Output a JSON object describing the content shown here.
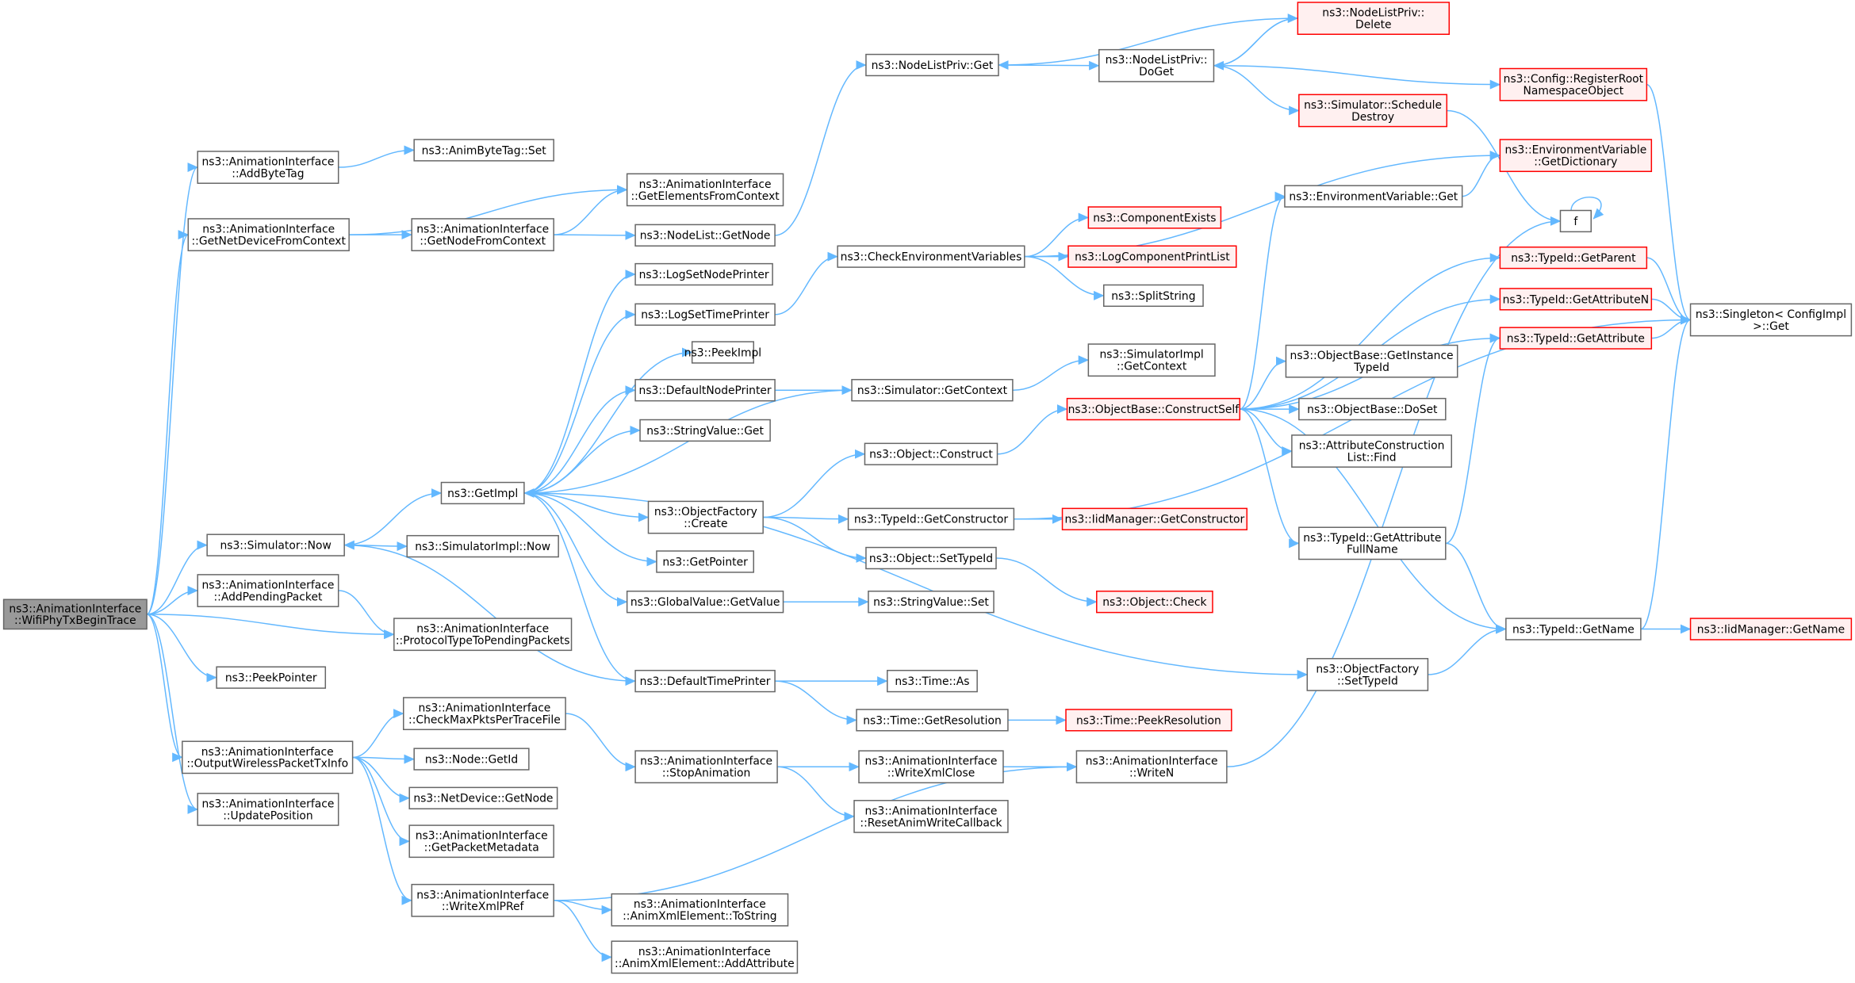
{
  "graph": {
    "nodes": [
      {
        "id": "root",
        "lines": [
          "ns3::AnimationInterface",
          "::WifiPhyTxBeginTrace"
        ],
        "style": "root"
      },
      {
        "id": "addByteTag",
        "lines": [
          "ns3::AnimationInterface",
          "::AddByteTag"
        ],
        "style": "normal"
      },
      {
        "id": "animByteTagSet",
        "lines": [
          "ns3::AnimByteTag::Set"
        ],
        "style": "normal"
      },
      {
        "id": "getNetDeviceFromContext",
        "lines": [
          "ns3::AnimationInterface",
          "::GetNetDeviceFromContext"
        ],
        "style": "normal"
      },
      {
        "id": "getElementsFromContext",
        "lines": [
          "ns3::AnimationInterface",
          "::GetElementsFromContext"
        ],
        "style": "normal"
      },
      {
        "id": "getNodeFromContext",
        "lines": [
          "ns3::AnimationInterface",
          "::GetNodeFromContext"
        ],
        "style": "normal"
      },
      {
        "id": "nodeListGetNode",
        "lines": [
          "ns3::NodeList::GetNode"
        ],
        "style": "normal"
      },
      {
        "id": "nodeListPrivGet",
        "lines": [
          "ns3::NodeListPriv::Get"
        ],
        "style": "normal"
      },
      {
        "id": "nodeListPrivDoGet",
        "lines": [
          "ns3::NodeListPriv::",
          "DoGet"
        ],
        "style": "normal"
      },
      {
        "id": "nodeListPrivDelete",
        "lines": [
          "ns3::NodeListPriv::",
          "Delete"
        ],
        "style": "red"
      },
      {
        "id": "configRegisterRoot",
        "lines": [
          "ns3::Config::RegisterRoot",
          "NamespaceObject"
        ],
        "style": "red"
      },
      {
        "id": "simulatorScheduleDestroy",
        "lines": [
          "ns3::Simulator::Schedule",
          "Destroy"
        ],
        "style": "red"
      },
      {
        "id": "envVarGetDictionary",
        "lines": [
          "ns3::EnvironmentVariable",
          "::GetDictionary"
        ],
        "style": "red"
      },
      {
        "id": "envVarGet",
        "lines": [
          "ns3::EnvironmentVariable::Get"
        ],
        "style": "normal"
      },
      {
        "id": "f",
        "lines": [
          "f"
        ],
        "style": "normal"
      },
      {
        "id": "checkEnvVars",
        "lines": [
          "ns3::CheckEnvironmentVariables"
        ],
        "style": "normal"
      },
      {
        "id": "componentExists",
        "lines": [
          "ns3::ComponentExists"
        ],
        "style": "red"
      },
      {
        "id": "logComponentPrintList",
        "lines": [
          "ns3::LogComponentPrintList"
        ],
        "style": "red"
      },
      {
        "id": "splitString",
        "lines": [
          "ns3::SplitString"
        ],
        "style": "normal"
      },
      {
        "id": "typeIdGetParent",
        "lines": [
          "ns3::TypeId::GetParent"
        ],
        "style": "red"
      },
      {
        "id": "typeIdGetAttributeN",
        "lines": [
          "ns3::TypeId::GetAttributeN"
        ],
        "style": "red"
      },
      {
        "id": "singletonGet",
        "lines": [
          "ns3::Singleton< ConfigImpl",
          " >::Get"
        ],
        "style": "normal"
      },
      {
        "id": "typeIdGetAttribute",
        "lines": [
          "ns3::TypeId::GetAttribute"
        ],
        "style": "red"
      },
      {
        "id": "logSetNodePrinter",
        "lines": [
          "ns3::LogSetNodePrinter"
        ],
        "style": "normal"
      },
      {
        "id": "logSetTimePrinter",
        "lines": [
          "ns3::LogSetTimePrinter"
        ],
        "style": "normal"
      },
      {
        "id": "peekImpl",
        "lines": [
          "ns3::PeekImpl"
        ],
        "style": "normal"
      },
      {
        "id": "defaultNodePrinter",
        "lines": [
          "ns3::DefaultNodePrinter"
        ],
        "style": "normal"
      },
      {
        "id": "simulatorGetContext",
        "lines": [
          "ns3::Simulator::GetContext"
        ],
        "style": "normal"
      },
      {
        "id": "simulatorImplGetContext",
        "lines": [
          "ns3::SimulatorImpl",
          "::GetContext"
        ],
        "style": "normal"
      },
      {
        "id": "objectBaseGetInstanceTypeId",
        "lines": [
          "ns3::ObjectBase::GetInstance",
          "TypeId"
        ],
        "style": "normal"
      },
      {
        "id": "objectBaseConstructSelf",
        "lines": [
          "ns3::ObjectBase::ConstructSelf"
        ],
        "style": "red"
      },
      {
        "id": "objectBaseDoSet",
        "lines": [
          "ns3::ObjectBase::DoSet"
        ],
        "style": "normal"
      },
      {
        "id": "stringValueGet",
        "lines": [
          "ns3::StringValue::Get"
        ],
        "style": "normal"
      },
      {
        "id": "objectConstruct",
        "lines": [
          "ns3::Object::Construct"
        ],
        "style": "normal"
      },
      {
        "id": "attrConstructionListFind",
        "lines": [
          "ns3::AttributeConstruction",
          "List::Find"
        ],
        "style": "normal"
      },
      {
        "id": "simulatorNow",
        "lines": [
          "ns3::Simulator::Now"
        ],
        "style": "normal"
      },
      {
        "id": "getImpl",
        "lines": [
          "ns3::GetImpl"
        ],
        "style": "normal"
      },
      {
        "id": "objectFactoryCreate",
        "lines": [
          "ns3::ObjectFactory",
          "::Create"
        ],
        "style": "normal"
      },
      {
        "id": "typeIdGetConstructor",
        "lines": [
          "ns3::TypeId::GetConstructor"
        ],
        "style": "normal"
      },
      {
        "id": "iidManagerGetConstructor",
        "lines": [
          "ns3::IidManager::GetConstructor"
        ],
        "style": "red"
      },
      {
        "id": "simulatorImplNow",
        "lines": [
          "ns3::SimulatorImpl::Now"
        ],
        "style": "normal"
      },
      {
        "id": "typeIdGetAttributeFullName",
        "lines": [
          "ns3::TypeId::GetAttribute",
          "FullName"
        ],
        "style": "normal"
      },
      {
        "id": "getPointer",
        "lines": [
          "ns3::GetPointer"
        ],
        "style": "normal"
      },
      {
        "id": "objectSetTypeId",
        "lines": [
          "ns3::Object::SetTypeId"
        ],
        "style": "normal"
      },
      {
        "id": "addPendingPacket",
        "lines": [
          "ns3::AnimationInterface",
          "::AddPendingPacket"
        ],
        "style": "normal"
      },
      {
        "id": "globalValueGetValue",
        "lines": [
          "ns3::GlobalValue::GetValue"
        ],
        "style": "normal"
      },
      {
        "id": "stringValueSet",
        "lines": [
          "ns3::StringValue::Set"
        ],
        "style": "normal"
      },
      {
        "id": "objectCheck",
        "lines": [
          "ns3::Object::Check"
        ],
        "style": "red"
      },
      {
        "id": "protocolTypeToPending",
        "lines": [
          "ns3::AnimationInterface",
          "::ProtocolTypeToPendingPackets"
        ],
        "style": "normal"
      },
      {
        "id": "typeIdGetName",
        "lines": [
          "ns3::TypeId::GetName"
        ],
        "style": "normal"
      },
      {
        "id": "iidManagerGetName",
        "lines": [
          "ns3::IidManager::GetName"
        ],
        "style": "red"
      },
      {
        "id": "peekPointer",
        "lines": [
          "ns3::PeekPointer"
        ],
        "style": "normal"
      },
      {
        "id": "defaultTimePrinter",
        "lines": [
          "ns3::DefaultTimePrinter"
        ],
        "style": "normal"
      },
      {
        "id": "timeAs",
        "lines": [
          "ns3::Time::As"
        ],
        "style": "normal"
      },
      {
        "id": "objectFactorySetTypeId",
        "lines": [
          "ns3::ObjectFactory",
          "::SetTypeId"
        ],
        "style": "normal"
      },
      {
        "id": "checkMaxPkts",
        "lines": [
          "ns3::AnimationInterface",
          "::CheckMaxPktsPerTraceFile"
        ],
        "style": "normal"
      },
      {
        "id": "timeGetResolution",
        "lines": [
          "ns3::Time::GetResolution"
        ],
        "style": "normal"
      },
      {
        "id": "timePeekResolution",
        "lines": [
          "ns3::Time::PeekResolution"
        ],
        "style": "red"
      },
      {
        "id": "outputWirelessPacketTxInfo",
        "lines": [
          "ns3::AnimationInterface",
          "::OutputWirelessPacketTxInfo"
        ],
        "style": "normal"
      },
      {
        "id": "nodeGetId",
        "lines": [
          "ns3::Node::GetId"
        ],
        "style": "normal"
      },
      {
        "id": "stopAnimation",
        "lines": [
          "ns3::AnimationInterface",
          "::StopAnimation"
        ],
        "style": "normal"
      },
      {
        "id": "writeXmlClose",
        "lines": [
          "ns3::AnimationInterface",
          "::WriteXmlClose"
        ],
        "style": "normal"
      },
      {
        "id": "writeN",
        "lines": [
          "ns3::AnimationInterface",
          "::WriteN"
        ],
        "style": "normal"
      },
      {
        "id": "updatePosition",
        "lines": [
          "ns3::AnimationInterface",
          "::UpdatePosition"
        ],
        "style": "normal"
      },
      {
        "id": "netDeviceGetNode",
        "lines": [
          "ns3::NetDevice::GetNode"
        ],
        "style": "normal"
      },
      {
        "id": "resetAnimWriteCallback",
        "lines": [
          "ns3::AnimationInterface",
          "::ResetAnimWriteCallback"
        ],
        "style": "normal"
      },
      {
        "id": "getPacketMetadata",
        "lines": [
          "ns3::AnimationInterface",
          "::GetPacketMetadata"
        ],
        "style": "normal"
      },
      {
        "id": "writeXmlPRef",
        "lines": [
          "ns3::AnimationInterface",
          "::WriteXmlPRef"
        ],
        "style": "normal"
      },
      {
        "id": "animXmlToString",
        "lines": [
          "ns3::AnimationInterface",
          "::AnimXmlElement::ToString"
        ],
        "style": "normal"
      },
      {
        "id": "animXmlAddAttribute",
        "lines": [
          "ns3::AnimationInterface",
          "::AnimXmlElement::AddAttribute"
        ],
        "style": "normal"
      }
    ],
    "edges": [
      [
        "root",
        "addByteTag"
      ],
      [
        "root",
        "getNetDeviceFromContext"
      ],
      [
        "root",
        "simulatorNow"
      ],
      [
        "root",
        "addPendingPacket"
      ],
      [
        "root",
        "protocolTypeToPending"
      ],
      [
        "root",
        "peekPointer"
      ],
      [
        "root",
        "outputWirelessPacketTxInfo"
      ],
      [
        "root",
        "updatePosition"
      ],
      [
        "addByteTag",
        "animByteTagSet"
      ],
      [
        "getNetDeviceFromContext",
        "getElementsFromContext"
      ],
      [
        "getNetDeviceFromContext",
        "getNodeFromContext"
      ],
      [
        "getNodeFromContext",
        "getElementsFromContext"
      ],
      [
        "getNodeFromContext",
        "nodeListGetNode"
      ],
      [
        "nodeListGetNode",
        "nodeListPrivGet"
      ],
      [
        "nodeListPrivGet",
        "nodeListPrivDoGet"
      ],
      [
        "nodeListPrivDoGet",
        "nodeListPrivDelete"
      ],
      [
        "nodeListPrivDelete",
        "nodeListPrivDoGet"
      ],
      [
        "nodeListPrivDelete",
        "nodeListPrivGet"
      ],
      [
        "nodeListPrivDoGet",
        "configRegisterRoot"
      ],
      [
        "nodeListPrivDoGet",
        "simulatorScheduleDestroy"
      ],
      [
        "configRegisterRoot",
        "singletonGet"
      ],
      [
        "simulatorScheduleDestroy",
        "f"
      ],
      [
        "f",
        "f"
      ],
      [
        "simulatorNow",
        "getImpl"
      ],
      [
        "simulatorNow",
        "simulatorImplNow"
      ],
      [
        "getImpl",
        "logSetNodePrinter"
      ],
      [
        "getImpl",
        "logSetTimePrinter"
      ],
      [
        "getImpl",
        "peekImpl"
      ],
      [
        "getImpl",
        "defaultNodePrinter"
      ],
      [
        "getImpl",
        "stringValueGet"
      ],
      [
        "getImpl",
        "objectFactoryCreate"
      ],
      [
        "getImpl",
        "getPointer"
      ],
      [
        "getImpl",
        "globalValueGetValue"
      ],
      [
        "getImpl",
        "defaultTimePrinter"
      ],
      [
        "getImpl",
        "objectFactorySetTypeId"
      ],
      [
        "logSetTimePrinter",
        "checkEnvVars"
      ],
      [
        "checkEnvVars",
        "componentExists"
      ],
      [
        "checkEnvVars",
        "logComponentPrintList"
      ],
      [
        "checkEnvVars",
        "splitString"
      ],
      [
        "checkEnvVars",
        "envVarGetDictionary"
      ],
      [
        "envVarGet",
        "envVarGetDictionary"
      ],
      [
        "defaultNodePrinter",
        "simulatorGetContext"
      ],
      [
        "simulatorGetContext",
        "simulatorImplGetContext"
      ],
      [
        "simulatorGetContext",
        "getImpl"
      ],
      [
        "objectFactoryCreate",
        "objectConstruct"
      ],
      [
        "objectFactoryCreate",
        "typeIdGetConstructor"
      ],
      [
        "objectFactoryCreate",
        "objectSetTypeId"
      ],
      [
        "objectConstruct",
        "objectBaseConstructSelf"
      ],
      [
        "objectBaseConstructSelf",
        "envVarGet"
      ],
      [
        "objectBaseConstructSelf",
        "typeIdGetParent"
      ],
      [
        "objectBaseConstructSelf",
        "typeIdGetAttributeN"
      ],
      [
        "objectBaseConstructSelf",
        "typeIdGetAttribute"
      ],
      [
        "objectBaseConstructSelf",
        "objectBaseGetInstanceTypeId"
      ],
      [
        "objectBaseConstructSelf",
        "objectBaseDoSet"
      ],
      [
        "objectBaseConstructSelf",
        "attrConstructionListFind"
      ],
      [
        "objectBaseConstructSelf",
        "typeIdGetAttributeFullName"
      ],
      [
        "objectBaseConstructSelf",
        "typeIdGetName"
      ],
      [
        "typeIdGetParent",
        "singletonGet"
      ],
      [
        "typeIdGetAttributeN",
        "singletonGet"
      ],
      [
        "typeIdGetAttribute",
        "singletonGet"
      ],
      [
        "typeIdGetAttributeFullName",
        "typeIdGetAttribute"
      ],
      [
        "typeIdGetAttributeFullName",
        "typeIdGetName"
      ],
      [
        "typeIdGetConstructor",
        "iidManagerGetConstructor"
      ],
      [
        "typeIdGetConstructor",
        "singletonGet"
      ],
      [
        "objectSetTypeId",
        "objectCheck"
      ],
      [
        "globalValueGetValue",
        "stringValueSet"
      ],
      [
        "typeIdGetName",
        "iidManagerGetName"
      ],
      [
        "typeIdGetName",
        "singletonGet"
      ],
      [
        "objectFactorySetTypeId",
        "typeIdGetName"
      ],
      [
        "addPendingPacket",
        "protocolTypeToPending"
      ],
      [
        "defaultTimePrinter",
        "timeAs"
      ],
      [
        "defaultTimePrinter",
        "timeGetResolution"
      ],
      [
        "defaultTimePrinter",
        "simulatorNow"
      ],
      [
        "timeGetResolution",
        "timePeekResolution"
      ],
      [
        "outputWirelessPacketTxInfo",
        "checkMaxPkts"
      ],
      [
        "outputWirelessPacketTxInfo",
        "nodeGetId"
      ],
      [
        "outputWirelessPacketTxInfo",
        "netDeviceGetNode"
      ],
      [
        "outputWirelessPacketTxInfo",
        "getPacketMetadata"
      ],
      [
        "outputWirelessPacketTxInfo",
        "writeXmlPRef"
      ],
      [
        "checkMaxPkts",
        "stopAnimation"
      ],
      [
        "stopAnimation",
        "writeXmlClose"
      ],
      [
        "stopAnimation",
        "resetAnimWriteCallback"
      ],
      [
        "writeXmlClose",
        "writeN"
      ],
      [
        "writeN",
        "f"
      ],
      [
        "writeXmlPRef",
        "writeN"
      ],
      [
        "writeXmlPRef",
        "animXmlToString"
      ],
      [
        "writeXmlPRef",
        "animXmlAddAttribute"
      ]
    ]
  },
  "colors": {
    "edge": "#63b8ff",
    "node_border": "#666666",
    "node_fill": "#ffffff",
    "root_fill": "#999999",
    "red_border": "#ff0000",
    "red_fill": "#fff0f0",
    "text": "#000000"
  }
}
